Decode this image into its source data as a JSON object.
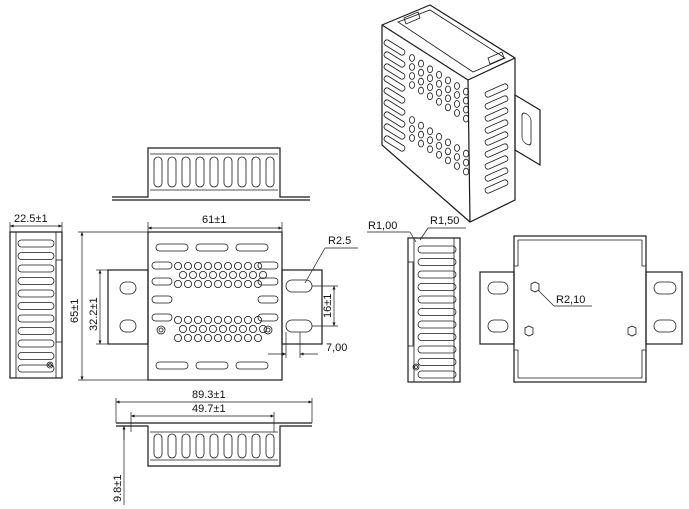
{
  "dimensions": {
    "side_width": "22.5±1",
    "front_width": "61±1",
    "front_height": "65±1",
    "inner_height": "32.2±1",
    "bend_radius": "R2.5",
    "slot_pitch": "16±1",
    "slot_width": "7,00",
    "flange_length": "89.3±1",
    "body_length": "49.7±1",
    "flange_height": "9.8±1",
    "corner_r1": "R1,00",
    "corner_r2": "R1,50",
    "hole_radius": "R2,10"
  }
}
